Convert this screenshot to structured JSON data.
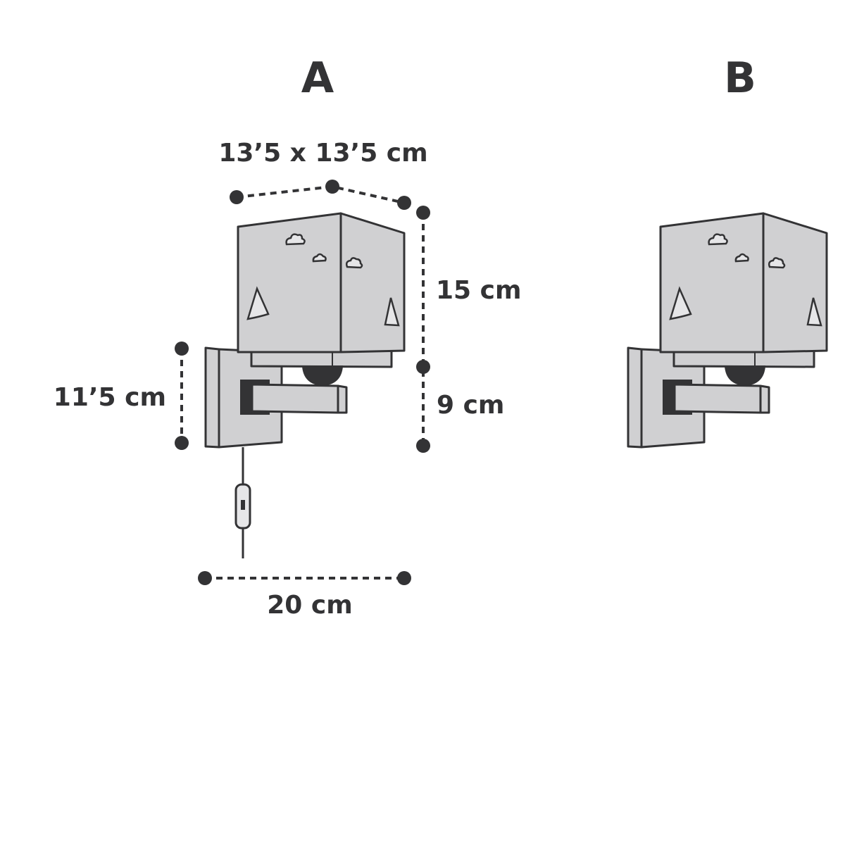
{
  "variants": {
    "a": "A",
    "b": "B"
  },
  "dimensions": {
    "shade_size": "13’5 x 13’5 cm",
    "shade_height": "15 cm",
    "arm_height": "9 cm",
    "wall_plate_height": "11’5 cm",
    "total_depth": "20 cm"
  },
  "colors": {
    "line": "#333335",
    "fill": "#d0d0d2"
  }
}
